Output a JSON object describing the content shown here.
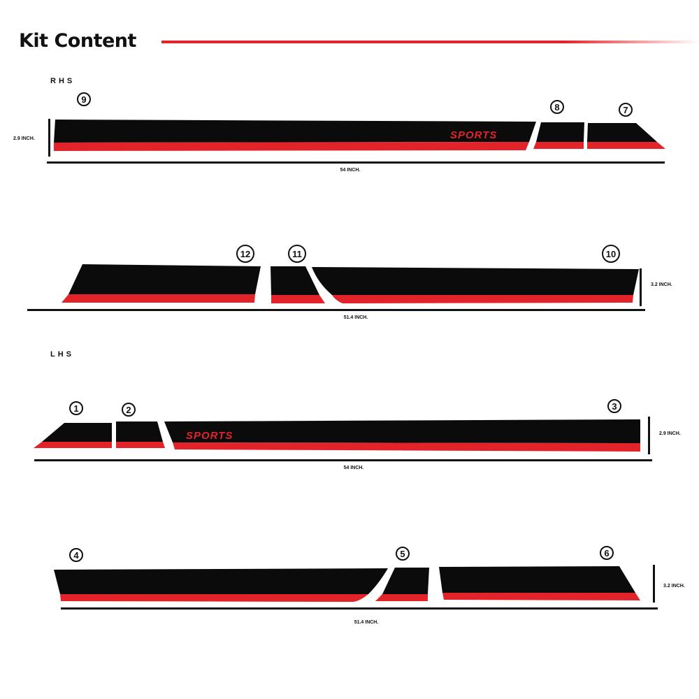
{
  "title": "Kit Content",
  "colors": {
    "stripe_black": "#0b0b0b",
    "stripe_red": "#e3232a",
    "text": "#111111"
  },
  "sections": {
    "rhs": "RHS",
    "lhs": "LHS"
  },
  "logo_text": "SPORTS",
  "dimensions": {
    "rhs_top_height": "2.9 INCH.",
    "rhs_top_length": "54 INCH.",
    "rhs_bottom_height": "3.2 INCH.",
    "rhs_bottom_length": "51.4 INCH.",
    "lhs_top_height": "2.9 INCH.",
    "lhs_top_length": "54 INCH.",
    "lhs_bottom_height": "3.2 INCH.",
    "lhs_bottom_length": "51.4 INCH."
  },
  "pieces": [
    "1",
    "2",
    "3",
    "4",
    "5",
    "6",
    "7",
    "8",
    "9",
    "10",
    "11",
    "12"
  ]
}
